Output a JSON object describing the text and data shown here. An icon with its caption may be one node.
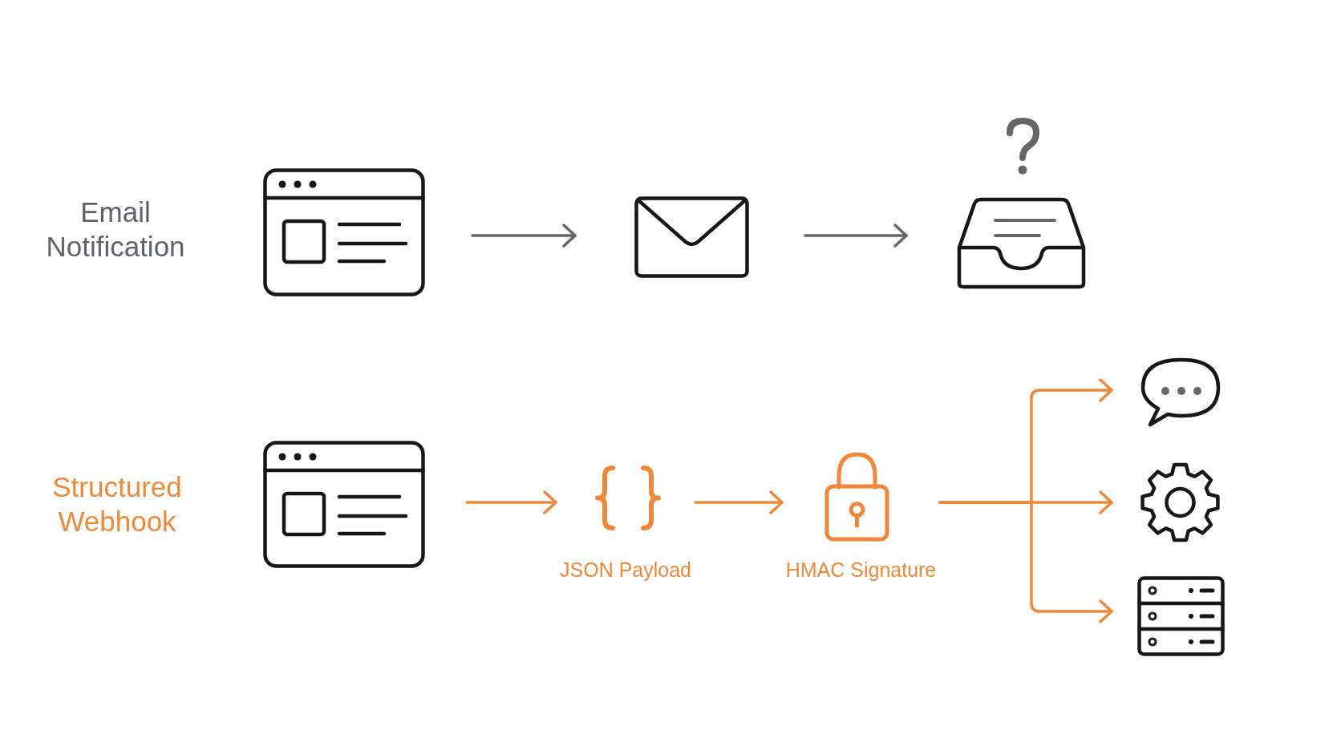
{
  "diagram": {
    "nodes": [
      {
        "text": [],
        "shape": "picture"
      },
      {
        "text": [],
        "shape": "picture"
      },
      {
        "text": [],
        "shape": "picture"
      },
      {
        "text": [],
        "shape": "picture"
      },
      {
        "text": [
          "JSON Payload"
        ]
      },
      {
        "text": [
          "HMAC Signature"
        ]
      },
      {
        "text": [],
        "shape": "picture"
      },
      {
        "text": [],
        "shape": "picture"
      },
      {
        "text": [],
        "shape": "picture"
      }
    ],
    "edges": [
      {
        "from": 0,
        "to": 1,
        "arrow": "to",
        "color": "#666666"
      },
      {
        "from": 1,
        "to": 2,
        "arrow": "to",
        "color": "#666666"
      },
      {
        "from": 3,
        "to": 4,
        "arrow": "to"
      },
      {
        "from": 4,
        "to": 5,
        "arrow": "to"
      },
      {
        "from": 5,
        "to": 6,
        "arrow": "to"
      },
      {
        "from": 5,
        "to": 7,
        "arrow": "to"
      },
      {
        "from": 5,
        "to": 8,
        "arrow": "to"
      }
    ],
    "labels": [
      "Email Notification",
      "Structured Webhook"
    ]
  }
}
